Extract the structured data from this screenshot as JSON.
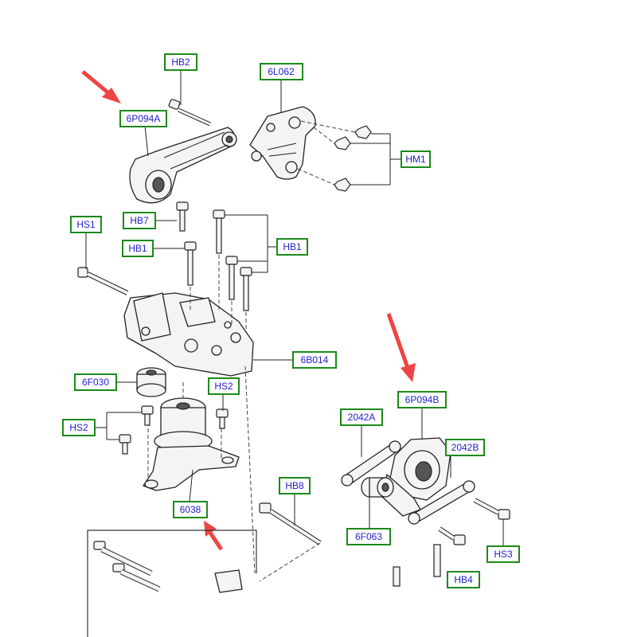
{
  "diagram": {
    "accent_arrow_color": "#ee4444",
    "callout_border_color": "#1b8a1b",
    "callout_text_color": "#2222cc",
    "callouts": {
      "hb2": "HB2",
      "p6p094a": "6P094A",
      "p6l062": "6L062",
      "hm1": "HM1",
      "hb7": "HB7",
      "hs1": "HS1",
      "hb1_left": "HB1",
      "hb1_right": "HB1",
      "p6b014": "6B014",
      "p6f030": "6F030",
      "hs2_right": "HS2",
      "hs2_left": "HS2",
      "p6038": "6038",
      "hb8": "HB8",
      "p6p094b": "6P094B",
      "p2042a": "2042A",
      "p2042b": "2042B",
      "p6f063": "6F063",
      "hs3": "HS3",
      "partial_cut": "HB4"
    }
  }
}
